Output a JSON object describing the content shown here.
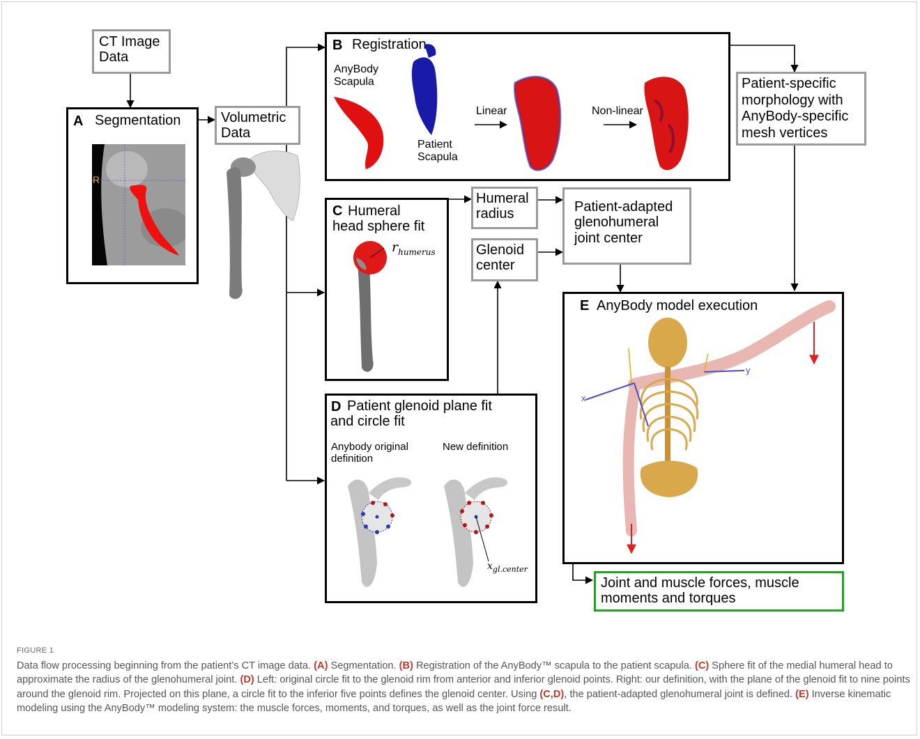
{
  "boxes": {
    "ct": "CT Image\nData",
    "volumetric": "Volumetric\nData",
    "morphology": "Patient-specific\nmorphology with\nAnyBody-specific\nmesh vertices",
    "humeral_radius": "Humeral\nradius",
    "glenoid_center": "Glenoid\ncenter",
    "joint_center": "Patient-adapted\nglenohumeral\njoint center",
    "outputs": "Joint and muscle forces, muscle\nmoments and torques"
  },
  "panels": {
    "a": {
      "letter": "A",
      "title": "Segmentation",
      "marker": "R"
    },
    "b": {
      "letter": "B",
      "title": "Registration",
      "anybody_label": "AnyBody\nScapula",
      "patient_label": "Patient\nScapula",
      "linear": "Linear",
      "nonlinear": "Non-linear"
    },
    "c": {
      "letter": "C",
      "title": "Humeral\nhead sphere fit",
      "symbol_base": "r",
      "symbol_sub": "humerus"
    },
    "d": {
      "letter": "D",
      "title": "Patient glenoid plane fit\nand circle fit",
      "original": "Anybody original\ndefinition",
      "new_def": "New definition",
      "symbol_base": "x",
      "symbol_sub": "gl.center"
    },
    "e": {
      "letter": "E",
      "title": "AnyBody model execution",
      "axis_y": "y",
      "axis_x": "x"
    }
  },
  "caption": {
    "figure_label": "FIGURE 1",
    "s1": "Data flow processing beginning from the patient’s CT image data. ",
    "a_ref": "(A)",
    "s2": " Segmentation. ",
    "b_ref": "(B)",
    "s3": " Registration of the AnyBody™ scapula to the patient scapula. ",
    "c_ref": "(C)",
    "s4": " Sphere fit of the medial humeral head to approximate the radius of the glenohumeral joint. ",
    "d_ref": "(D)",
    "s5": " Left: original circle fit to the glenoid rim from anterior and inferior glenoid points. Right: our definition, with the plane of the glenoid fit to nine points around the glenoid rim. Projected on this plane, a circle fit to the inferior five points defines the glenoid center. Using ",
    "cd_ref": "(C,D)",
    "s6": ", the patient-adapted glenohumeral joint is defined. ",
    "e_ref": "(E)",
    "s7": " Inverse kinematic modeling using the AnyBody™ modeling system: the muscle forces, moments, and torques, as well as the joint force result."
  },
  "colors": {
    "anybody_scapula": "#e01010",
    "patient_scapula": "#1a1aa8",
    "bone": "#cfcfcf",
    "output_border": "#1fa51f",
    "skeleton": "#d9a84a",
    "muscle": "#e9b7b2",
    "force_arrow": "#e02020"
  }
}
